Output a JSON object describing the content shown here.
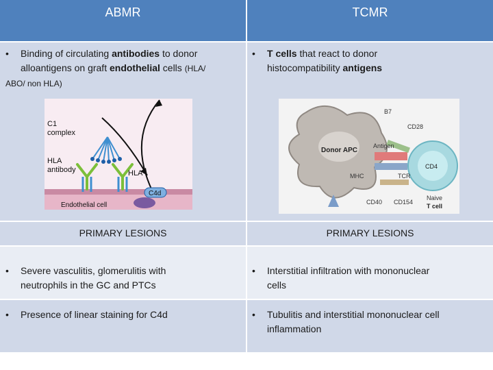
{
  "header": {
    "left_title": "ABMR",
    "right_title": "TCMR"
  },
  "abmr": {
    "bullet_1": {
      "part1": "Binding of circulating ",
      "bold1": "antibodies",
      "part2": " to donor",
      "line2_part1": "alloantigens on graft ",
      "bold2": "endothelial",
      "line2_part2": " cells ",
      "line2_small": "(HLA/",
      "line3_small": "ABO/ non HLA)"
    },
    "figure": {
      "labels": {
        "c1": "C1",
        "complex": "complex",
        "hla_antibody_1": "HLA",
        "hla_antibody_2": "antibody",
        "hla": "HLA",
        "c4d": "C4d",
        "endothelial": "Endothelial cell"
      }
    }
  },
  "tcmr": {
    "bullet_1": {
      "bold1": "T cells",
      "part1": " that react to donor",
      "line2_part1": "histocompatibility ",
      "bold2": "antigens"
    },
    "figure": {
      "labels": {
        "b7": "B7",
        "cd28": "CD28",
        "donor_apc": "Donor APC",
        "antigen": "Antigen",
        "cd4": "CD4",
        "mhc": "MHC",
        "tcr": "TCR",
        "cd40": "CD40",
        "cd154": "CD154",
        "naive_1": "Naive",
        "naive_2": "T cell"
      }
    }
  },
  "lesions": {
    "left_title": "PRIMARY LESIONS",
    "right_title": "PRIMARY LESIONS",
    "left_items": [
      {
        "line1": "Severe vasculitis, glomerulitis with",
        "line2": "neutrophils in the GC and PTCs"
      },
      {
        "line1": "Presence of linear staining for C4d",
        "line2": ""
      }
    ],
    "right_items": [
      {
        "line1": "Interstitial infiltration with mononuclear",
        "line2": "cells"
      },
      {
        "line1": "Tubulitis and interstitial mononuclear cell",
        "line2": "inflammation"
      }
    ]
  },
  "colors": {
    "header_blue": "#4f81bd",
    "band_dark": "#d0d8e8",
    "band_light": "#e9edf4"
  },
  "bullet_char": "•"
}
